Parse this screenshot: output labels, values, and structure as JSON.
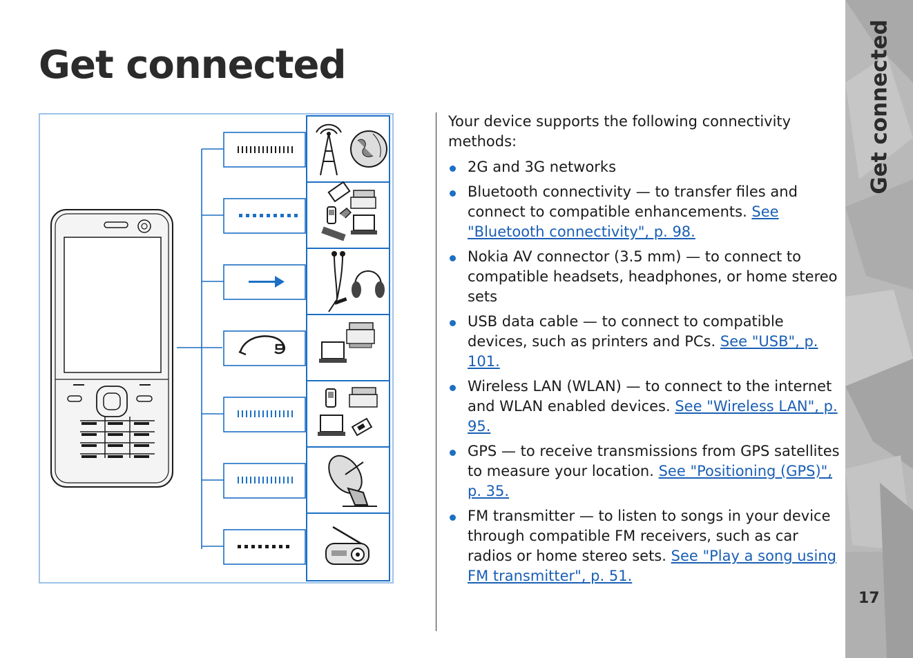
{
  "page": {
    "title": "Get connected",
    "side_tab_label": "Get connected",
    "page_number": "17"
  },
  "intro": "Your device supports the following connectivity methods:",
  "items": [
    {
      "text": "2G and 3G networks",
      "link": ""
    },
    {
      "text": "Bluetooth connectivity — to transfer files and connect to compatible enhancements. ",
      "link": "See \"Bluetooth connectivity\", p. 98."
    },
    {
      "text": "Nokia AV connector (3.5 mm) — to connect to compatible headsets, headphones, or home stereo sets",
      "link": ""
    },
    {
      "text": "USB data cable — to connect to compatible devices, such as printers and PCs. ",
      "link": "See \"USB\", p. 101."
    },
    {
      "text": "Wireless LAN (WLAN) — to connect to the internet and WLAN enabled devices. ",
      "link": "See \"Wireless LAN\", p. 95."
    },
    {
      "text": "GPS — to receive transmissions from GPS satellites to measure your location. ",
      "link": "See \"Positioning (GPS)\", p. 35."
    },
    {
      "text": "FM transmitter — to listen to songs in your device through compatible FM receivers, such as car radios or home stereo sets. ",
      "link": "See \"Play a song using FM transmitter\", p. 51."
    }
  ],
  "colors": {
    "accent_blue": "#1c6fc4",
    "link_blue": "#1a5fb4",
    "side_tab_gray": "#b9b9b9"
  },
  "figure": {
    "icons": [
      "network-tower-globe-icon",
      "bluetooth-devices-icon",
      "headset-icon",
      "usb-printer-laptop-icon",
      "wlan-devices-icon",
      "gps-satellite-dish-icon",
      "fm-radio-icon"
    ]
  }
}
